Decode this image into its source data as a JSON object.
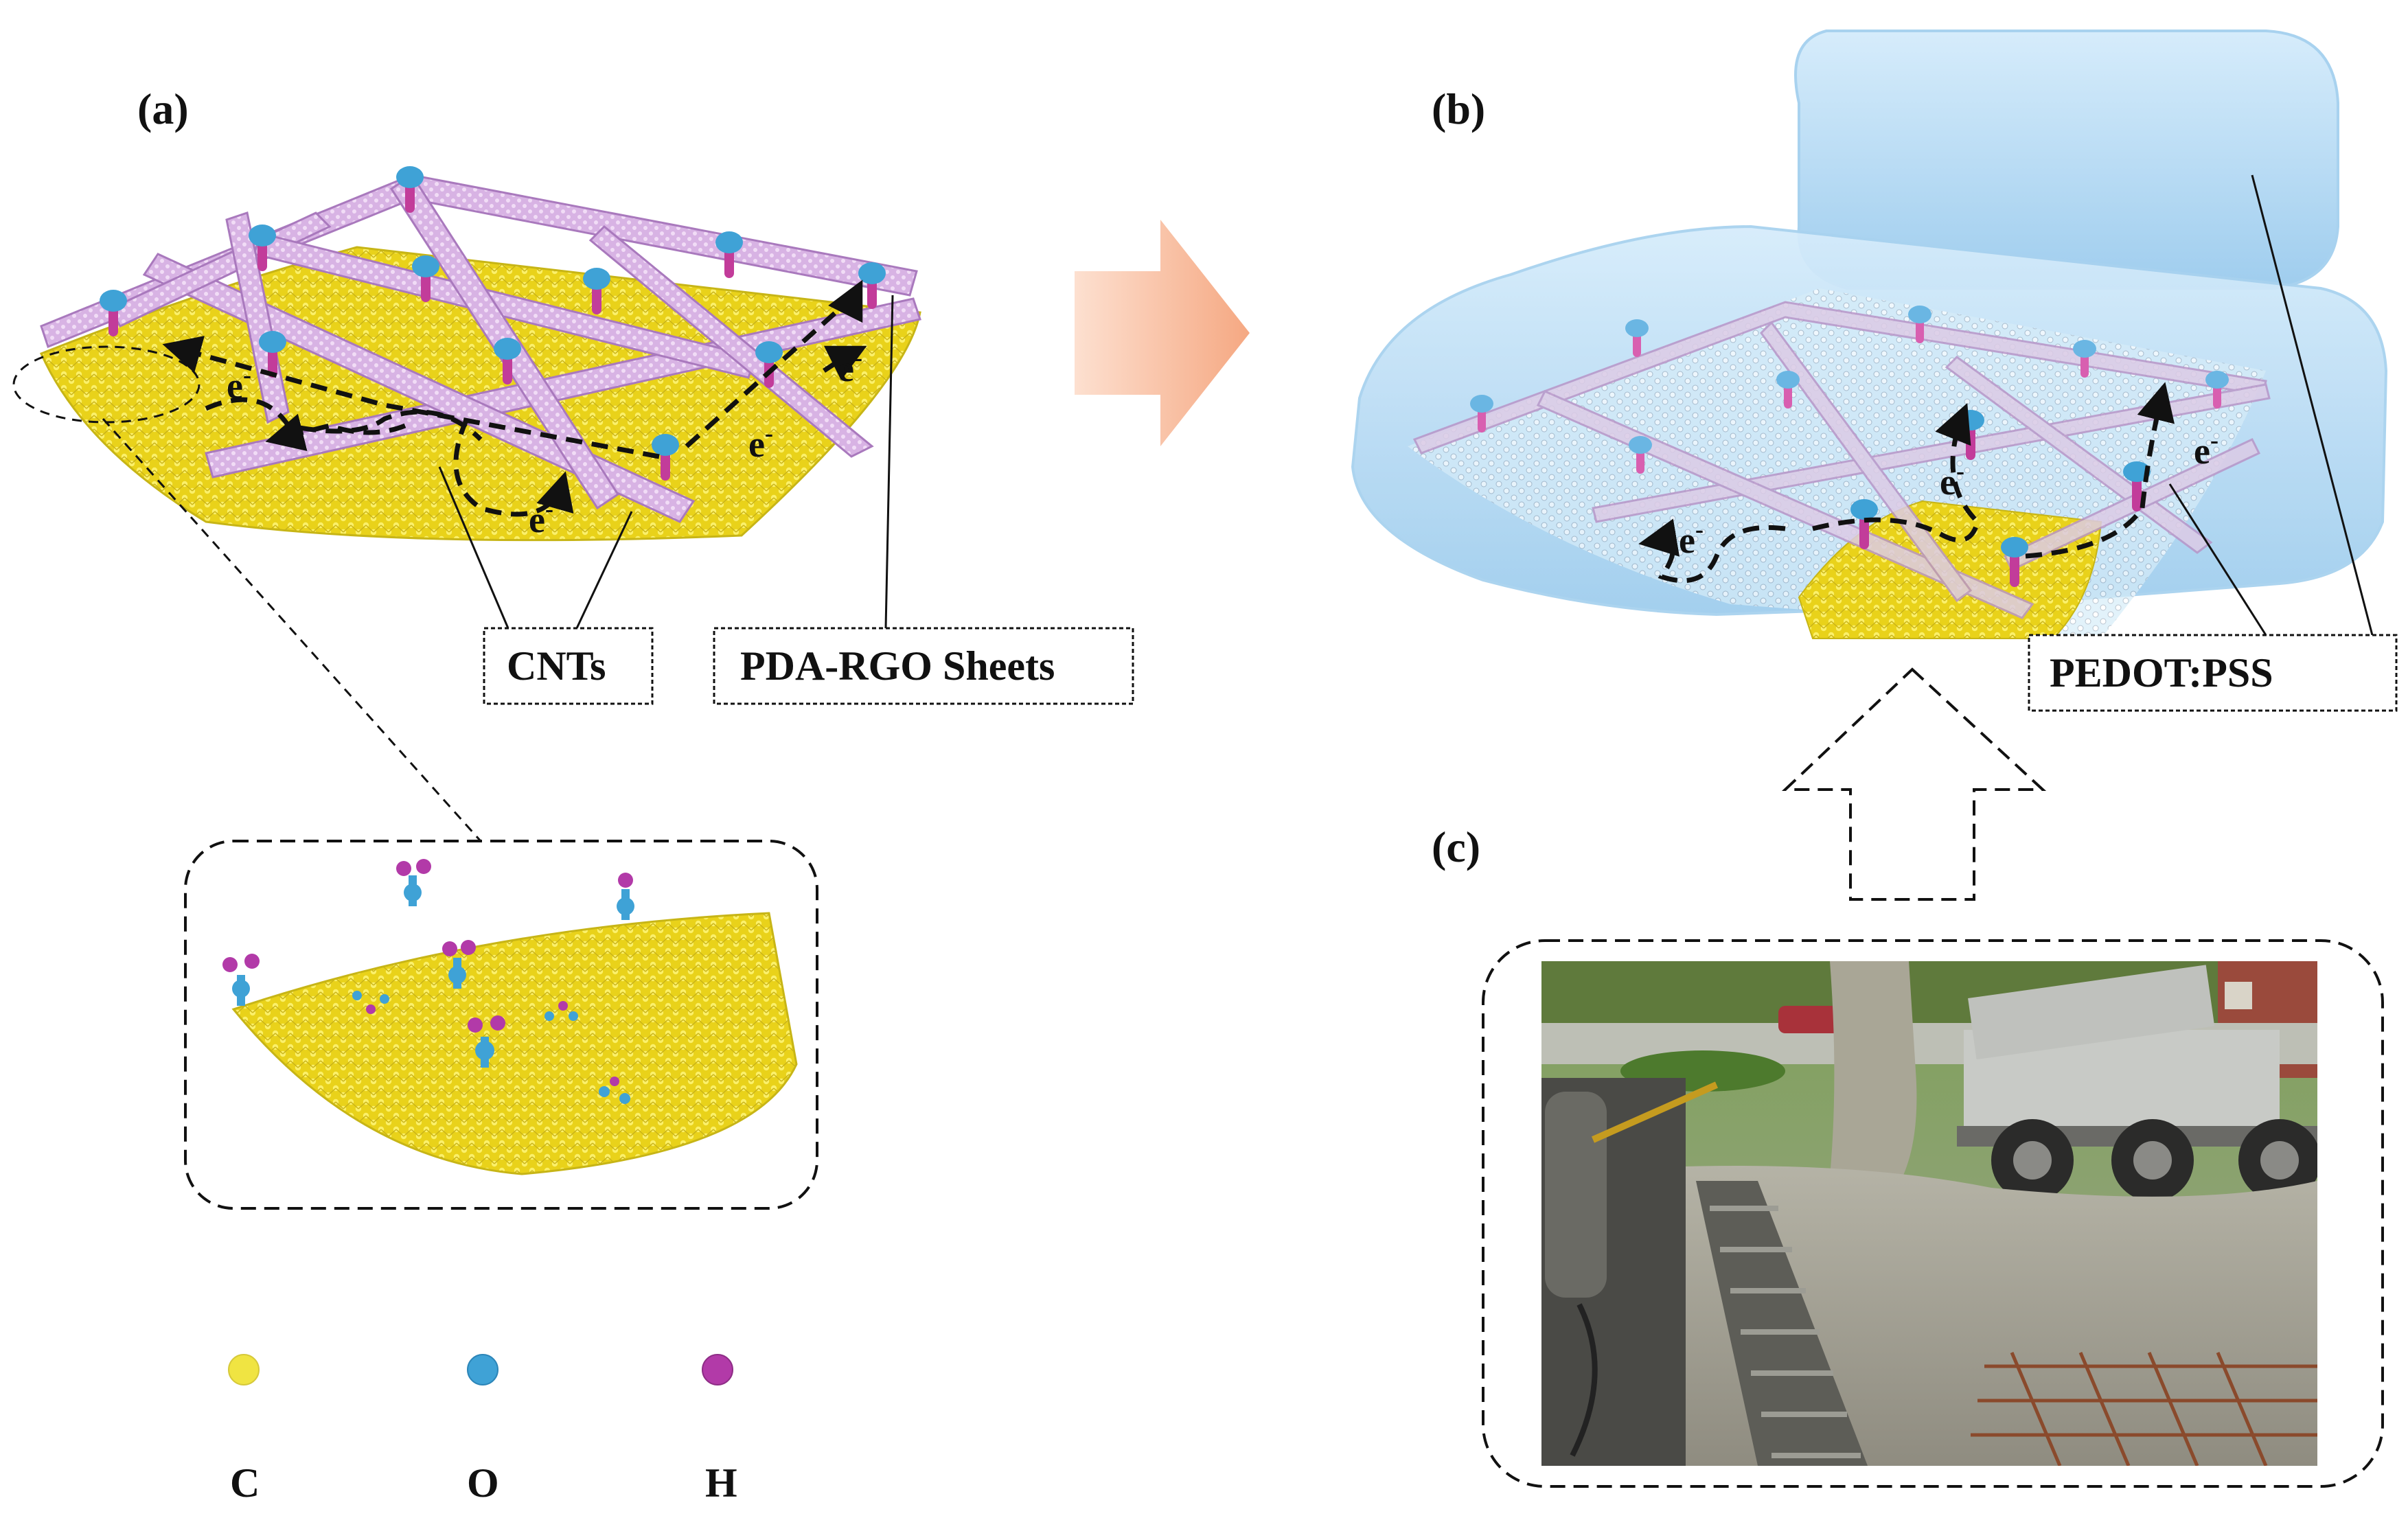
{
  "panels": {
    "a": "(a)",
    "b": "(b)",
    "c": "(c)"
  },
  "labels": {
    "cnts": "CNTs",
    "pda_rgo": "PDA-RGO Sheets",
    "pedot_pss": "PEDOT:PSS",
    "electron": "e",
    "electron_sup": "-"
  },
  "legend": [
    {
      "symbol": "C",
      "color": "#f0e442"
    },
    {
      "symbol": "O",
      "color": "#3fa2d6"
    },
    {
      "symbol": "H",
      "color": "#b23aa8"
    }
  ],
  "colors": {
    "graphene": "#f2e21f",
    "cnt": "#c79ad6",
    "oxygen": "#3fa2d6",
    "hydrogen": "#c23c9a",
    "pedot": "#bfe0f5",
    "arrow": "#f6b595"
  }
}
